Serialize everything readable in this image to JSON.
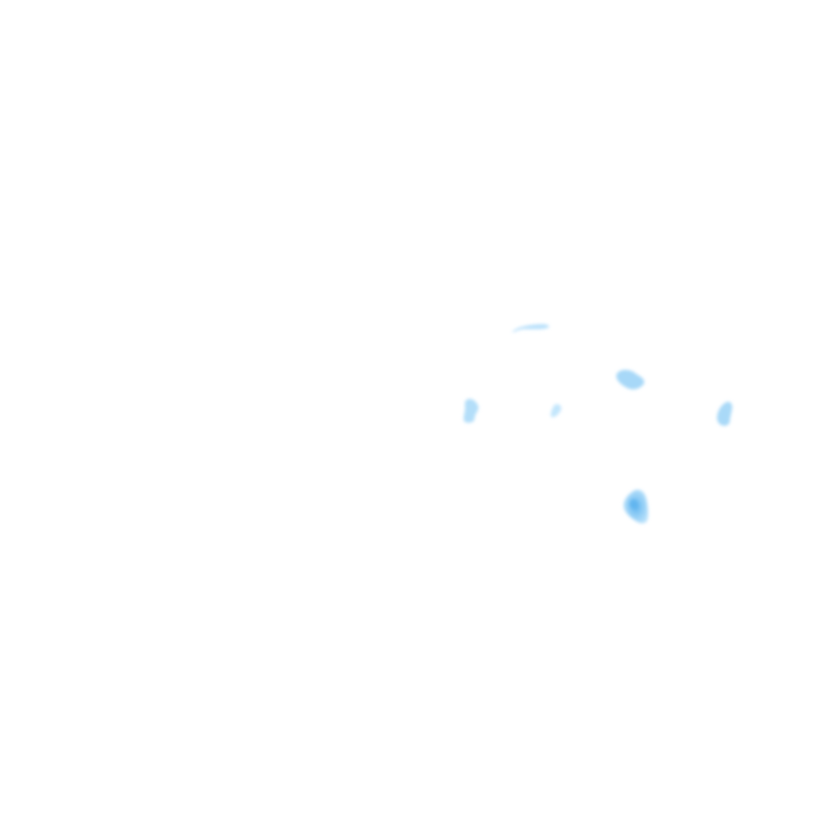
{
  "map": {
    "background_color": "#ffffff",
    "features": [
      {
        "name": "precip-cell-north-streak",
        "intensity": "light",
        "color": "#b8e0fb"
      },
      {
        "name": "precip-cell-northeast",
        "intensity": "light",
        "color": "#a7d8f8"
      },
      {
        "name": "precip-cell-west",
        "intensity": "light",
        "color": "#b3def9"
      },
      {
        "name": "precip-cell-central-small",
        "intensity": "light",
        "color": "#c3e6fc"
      },
      {
        "name": "precip-cell-east",
        "intensity": "light",
        "color": "#a9d9f8"
      },
      {
        "name": "precip-cell-south",
        "intensity": "moderate",
        "color": "#9fd3f7",
        "core_color": "#5fb4ef"
      }
    ]
  }
}
